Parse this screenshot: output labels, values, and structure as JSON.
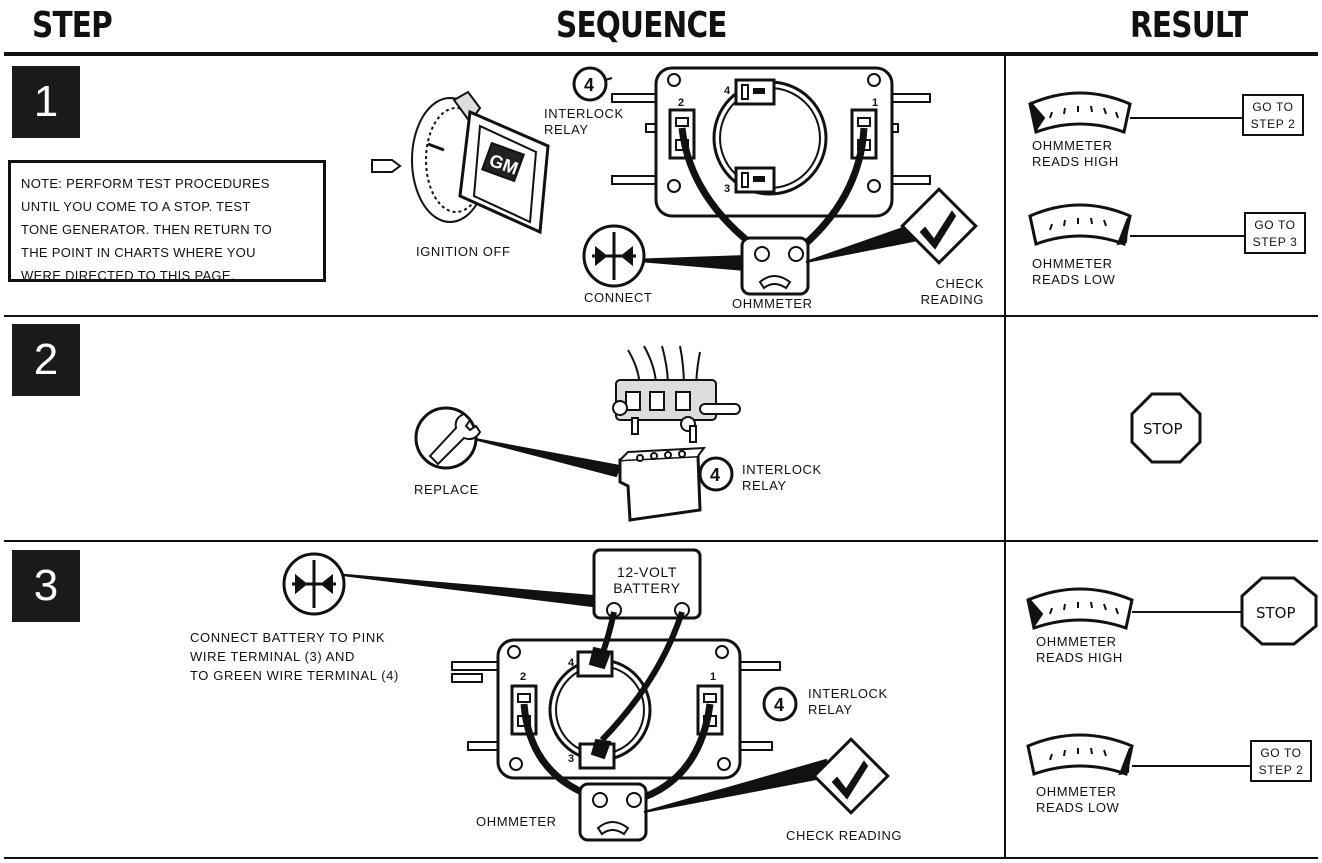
{
  "headers": {
    "step": "STEP",
    "sequence": "SEQUENCE",
    "result": "RESULT"
  },
  "steps": [
    {
      "number": "1",
      "note": [
        "NOTE:  PERFORM TEST PROCEDURES",
        "UNTIL YOU COME TO A STOP.  TEST",
        "TONE GENERATOR.  THEN RETURN TO",
        "THE POINT IN CHARTS WHERE YOU",
        "WERE DIRECTED TO THIS PAGE."
      ],
      "ignition_label": "IGNITION OFF",
      "ignition_badge": "GM",
      "relay_callout": "4",
      "relay_label": [
        "INTERLOCK",
        "RELAY"
      ],
      "terminals": [
        "1",
        "2",
        "3",
        "4"
      ],
      "connect_label": "CONNECT",
      "ohmmeter_label": "OHMMETER",
      "check_label": [
        "CHECK",
        "READING"
      ],
      "results": [
        {
          "meter_label": [
            "OHMMETER",
            "READS HIGH"
          ],
          "reading": "high",
          "action": [
            "GO TO",
            "STEP 2"
          ]
        },
        {
          "meter_label": [
            "OHMMETER",
            "READS LOW"
          ],
          "reading": "low",
          "action": [
            "GO TO",
            "STEP 3"
          ]
        }
      ]
    },
    {
      "number": "2",
      "replace_label": "REPLACE",
      "relay_callout": "4",
      "relay_label": [
        "INTERLOCK",
        "RELAY"
      ],
      "result": "STOP"
    },
    {
      "number": "3",
      "battery_label": [
        "12-VOLT",
        "BATTERY"
      ],
      "connect_label": [
        "CONNECT BATTERY TO PINK",
        "WIRE TERMINAL (3) AND",
        "TO GREEN WIRE TERMINAL (4)"
      ],
      "relay_callout": "4",
      "relay_label": [
        "INTERLOCK",
        "RELAY"
      ],
      "terminals": [
        "1",
        "2",
        "3",
        "4"
      ],
      "ohmmeter_label": "OHMMETER",
      "check_label": "CHECK READING",
      "results": [
        {
          "meter_label": [
            "OHMMETER",
            "READS HIGH"
          ],
          "reading": "high",
          "action": "STOP"
        },
        {
          "meter_label": [
            "OHMMETER",
            "READS LOW"
          ],
          "reading": "low",
          "action": [
            "GO TO",
            "STEP 2"
          ]
        }
      ]
    }
  ]
}
